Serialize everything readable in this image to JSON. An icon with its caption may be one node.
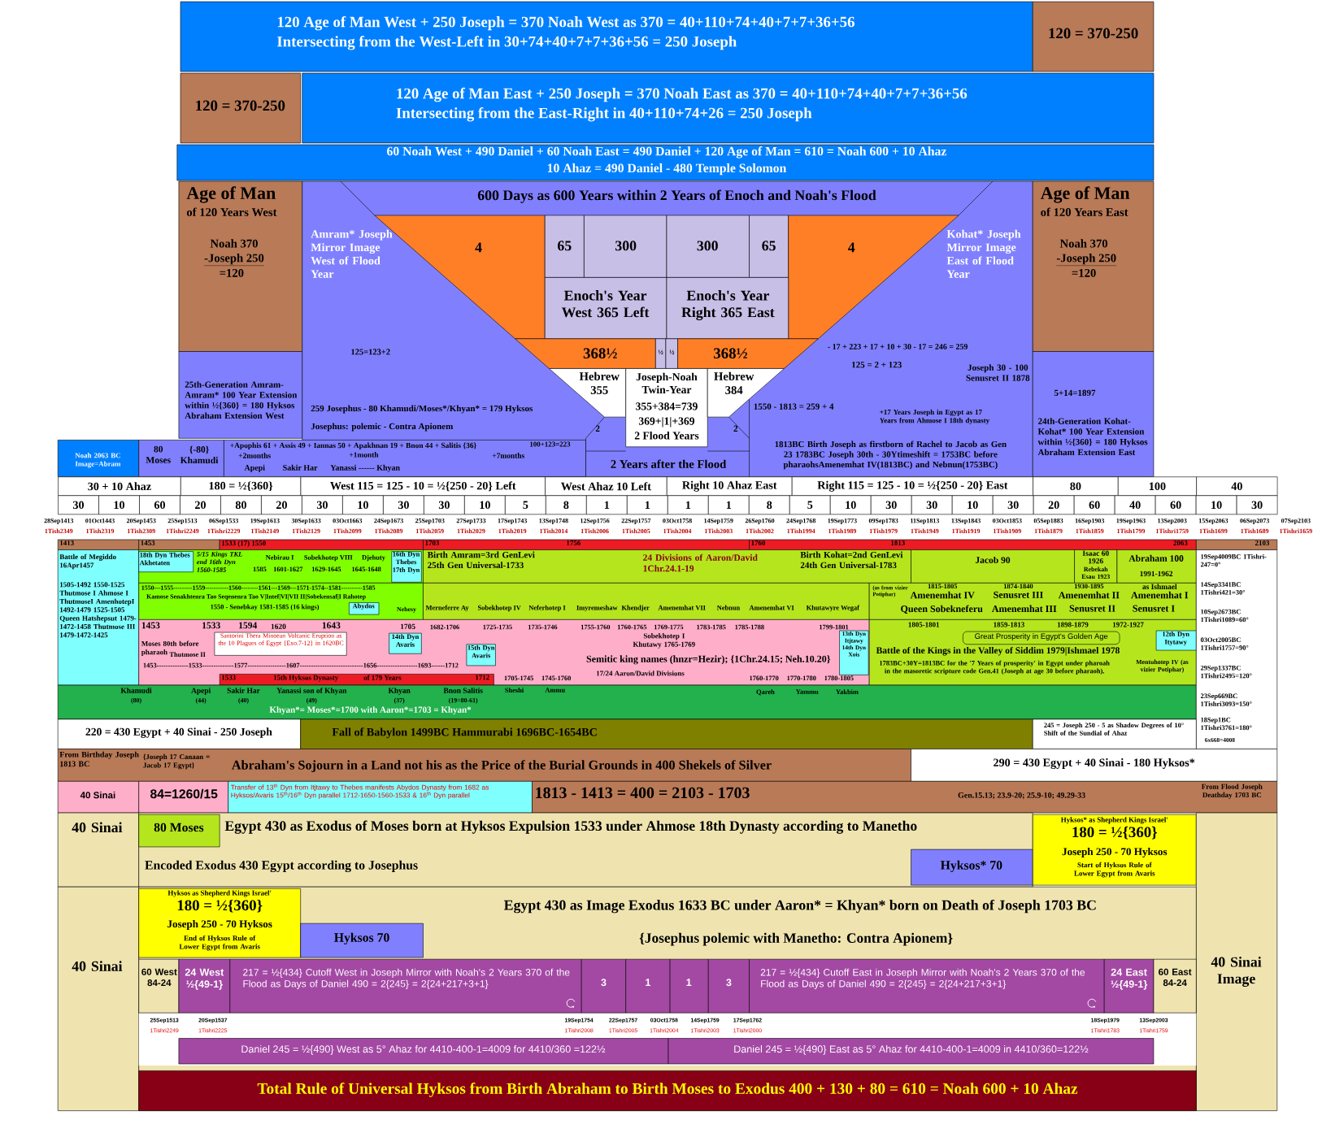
{
  "diagram": {
    "nodes": [
      {
        "text": [
          "120 Age of Man West + 250 Joseph = 370 Noah West as 370 = 40+110+74+40+7+7+36+56",
          "Intersecting from the West-Left in 30+74+40+7+7+36+56 = 250 Joseph"
        ]
      },
      {
        "text": [
          "120 = 370-250"
        ]
      },
      {
        "text": [
          "120 = 370-250"
        ]
      },
      {
        "text": [
          "120 Age of Man East + 250 Joseph = 370 Noah East as 370 = 40+110+74+40+7+7+36+56",
          "Intersecting from the East-Right in 40+110+74+26 = 250 Joseph"
        ]
      },
      {
        "text": [
          "60 Noah West + 490 Daniel + 60 Noah East = 490 Daniel + 120 Age of Man = 610 = Noah 600 + 10 Ahaz",
          "10 Ahaz = 490 Daniel - 480 Temple Solomon"
        ]
      },
      {
        "text": [
          "Age of Man",
          "of 120 Years West",
          "Noah 370",
          "-Joseph 250",
          "=120"
        ]
      },
      {
        "text": [
          "25th-Generation Amram-Amram* 100 Year Extension within ½{360} = 180 Hyksos Abraham Extension West"
        ]
      },
      {
        "text": [
          "600 Days as 600 Years within 2 Years of Enoch and Noah's Flood",
          "Amram* Joseph Mirror Image West of Flood Year",
          "125=123+2",
          "259 Josephus - 80 Khamudi/Moses*/Khyan* = 179 Hyksos",
          "Josephus: polemic - Contra Apionem",
          "Kohat* Joseph Mirror Image East of Flood Year",
          "- 17 + 223 + 17 + 10 + 30 - 17 = 246 = 259",
          "125 = 2 + 123",
          "Joseph 30 - 100 Senusret II 1878",
          "1550 - 1813 = 259 + 4",
          "+17 Years Joseph in Egypt as 17 Years from Ahmose I 18th dynasty",
          "1813BC Birth Joseph as firstborn of Rachel to Jacob as Gen 23 1783BC Joseph 30th - 30Ytimeshift = 1753BC before pharaohsAmenemhat IV(1813BC) and Nebnun(1753BC)",
          "2",
          "2",
          "2 Years after the Flood"
        ]
      },
      {
        "text": [
          "4"
        ],
        "in": 7
      },
      {
        "text": [
          "65"
        ],
        "in": 7
      },
      {
        "text": [
          "300"
        ],
        "in": 7
      },
      {
        "text": [
          "300"
        ],
        "in": 7
      },
      {
        "text": [
          "65"
        ],
        "in": 7
      },
      {
        "text": [
          "4"
        ],
        "in": 7
      },
      {
        "text": [
          "Enoch's Year West 365 Left"
        ],
        "in": 7
      },
      {
        "text": [
          "Enoch's Year Right 365 East"
        ],
        "in": 7
      },
      {
        "text": [
          "368½"
        ],
        "in": 7
      },
      {
        "text": [
          "½"
        ],
        "in": 7
      },
      {
        "text": [
          "½"
        ],
        "in": 7
      },
      {
        "text": [
          "368½"
        ],
        "in": 7
      },
      {
        "text": [
          "Hebrew 355"
        ],
        "in": 7
      },
      {
        "text": [
          "Joseph-Noah Twin-Year",
          "355+384=739",
          "369+|1|+369",
          "2 Flood Years"
        ],
        "in": 7
      },
      {
        "text": [
          "Hebrew 384"
        ],
        "in": 7
      },
      {
        "text": [
          "Age of Man",
          "of 120 Years East",
          "Noah 370",
          "-Joseph 250",
          "=120"
        ]
      },
      {
        "text": [
          "5+14=1897",
          "24th-Generation Kohat-Kohat* 100 Year Extension within ½{360} = 180 Hyksos Abraham Extension East"
        ]
      },
      {
        "text": [
          "Noah 2063 BC Image=Abram"
        ]
      },
      {
        "text": [
          "80 Moses",
          "{-80} Khamudi"
        ]
      },
      {
        "text": [
          "+Apophis 61 + Assis 49 + Iannas 50 + Apakhnan 19 + Bnon 44 + Salitis {36}",
          "+2months",
          "+1month",
          "+7months",
          "100+123=223",
          "Apepi",
          "Sakir Har",
          "Yanassi ------ Khyan"
        ]
      },
      {
        "text": [
          "1413"
        ]
      },
      {
        "text": [
          "1453"
        ]
      },
      {
        "text": [
          "1533 (17) 1550"
        ]
      },
      {
        "text": [
          "1703",
          "1756"
        ]
      },
      {
        "text": [
          "1760",
          "1813",
          "2063"
        ]
      },
      {
        "text": [
          "2103"
        ]
      },
      {
        "text": [
          "Battle of Megiddo 16Apr1457",
          "1505-1492 1550-1525 Thutmose I Ahmose I ThutmoseI AmenhotepI 1492-1479 1525-1505 Queen Hatshepsut 1479-1472-1458 Thutmose III 1479-1472-1425"
        ]
      },
      {
        "text": [
          "5/15 Kings TKL end 16th Dyn 1560-1585",
          "Nebirau I",
          "Sobekhotep VIII",
          "Djehuty",
          "1585",
          "1601-1627",
          "1629-1645",
          "1645-1648"
        ]
      },
      {
        "text": [
          "18th Dyn Thebes Akhetaten"
        ],
        "in": 35
      },
      {
        "text": [
          "16th Dyn Thebes 17th Dyn"
        ],
        "in": 35
      },
      {
        "text": [
          "1550—1555---------1559-----------1560--------1561---1569---1571-1574--1581----------1585",
          "Kamose Senakhtenra Tao Seqenenra Tao V|Intef|VI|VII II|Sobekensaf|I Rahotep",
          "1550 - Senebkay 1581-1585 (16 kings)",
          "Nehesy"
        ]
      },
      {
        "text": [
          "Abydos"
        ],
        "in": 38
      },
      {
        "text": [
          "Birth Amram=3rd GenLevi 25th Gen Universal-1733",
          "24 Divisions of Aaron/David 1Chr.24.1-19",
          "Birth Kohat=2nd GenLevi 24th Gen Universal-1783"
        ]
      },
      {
        "text": [
          "Jacob 90"
        ]
      },
      {
        "text": [
          "Isaac 60",
          "1926",
          "Rebekah Esau 1923"
        ]
      },
      {
        "text": [
          "Abraham 100",
          "1991-1962"
        ]
      },
      {
        "text": [
          "Merneferre Ay",
          "Sobekhotep IV",
          "Neferhotep I",
          "Imyremeshaw",
          "Khendjer",
          "Amenemhat VII",
          "Nebnun",
          "Amenemhat VI",
          "Khutawyre Wegaf"
        ]
      },
      {
        "text": [
          "(as from vizier Potiphar)",
          "1815-1805",
          "Amenemhat IV",
          "1874-1840",
          "Senusret III",
          "1930-1895",
          "Amenemhat II",
          "as Ishmael",
          "Amenemhat I",
          "Queen Sobekneferu",
          "Amenemhat III",
          "Senusret II",
          "Senusret I"
        ]
      },
      {
        "text": [
          "1453",
          "1533",
          "1594",
          "1620",
          "1643",
          "1705",
          "1682-1706",
          "1725-1735",
          "1735-1746",
          "1755-1760",
          "1760-1765",
          "1769-1775",
          "1783-1785",
          "1785-1788",
          "1799-1801",
          "Moses 80th before pharaoh",
          "Thutmose II",
          "Sobekhotep I Khutawy 1765-1769",
          "1453--------------1533--------------1577-----------------1607----------------------------1656------------------1693------1712",
          "Semitic king names (hnzr=Hezir); {1Chr.24.15; Neh.10.20}",
          "17/24 Aaron/David Divisions",
          "1705-1745",
          "1745-1760",
          "1760-1770",
          "1770-1780",
          "1780-1805"
        ]
      },
      {
        "text": [
          "Santorini Thera Minoean Volcanic Eruption as the 10 Plagues of Egypt {Exo.7-12} in 1620BC"
        ],
        "in": 46
      },
      {
        "text": [
          "14th Dyn Avaris"
        ],
        "in": 46
      },
      {
        "text": [
          "15th Dyn Avaris"
        ],
        "in": 46
      },
      {
        "text": [
          "1533",
          "15th Hyksos Dynasty",
          "of 179 Years",
          "1712"
        ],
        "in": 46
      },
      {
        "text": [
          "13th Dyn Itjtawy 14th Dyn Xois"
        ],
        "in": 46
      },
      {
        "text": [
          "1805-1801",
          "1859-1813",
          "1898-1879",
          "1972-1927",
          "Battle of the Kings in the Valley of Siddim 1979|Ishmael 1978",
          "1783BC+30Y=1813BC for the '7 Years of prosperity' in Egypt under pharoah in the masoretic scripture code Gen.41 (Joseph at age 30 before pharaoh).",
          "Mentuhotep IV (as vizier Potiphar)"
        ]
      },
      {
        "text": [
          "Great Prosperity in Egypt's Golden Age"
        ],
        "in": 52
      },
      {
        "text": [
          "12th Dyn Itytawy"
        ],
        "in": 52
      },
      {
        "text": [
          "Khamudi",
          "(80)",
          "Apepi",
          "(44)",
          "Sakir Har",
          "(40)",
          "Yanassi son of Khyan",
          "(49)",
          "Khyan",
          "(37)",
          "Bnon Salitis",
          "(19=80-61)",
          "Sheshi",
          "Ammu",
          "Qareh",
          "Yammu",
          "Yakbim",
          "Khyan*= Moses*=1700 with Aaron*=1703 = Khyan*"
        ]
      },
      {
        "text": [
          "19Sep4009BC 1Tishri-247=0°",
          "14Sep3341BC 1Tishri421=30°",
          "10Sep2673BC 1Tishri1089=60°",
          "03Oct2005BC 1Tishri1757=90°",
          "29Sep1337BC 1Tishri2495=120°",
          "23Sep669BC 1Tishri3093=150°",
          "18Sep1BC 1Tishri3761=180°",
          "6x668=4008"
        ]
      },
      {
        "text": [
          "220 = 430 Egypt + 40 Sinai - 250 Joseph"
        ]
      },
      {
        "text": [
          "Fall of Babylon 1499BC Hammurabi 1696BC-1654BC"
        ]
      },
      {
        "text": [
          "245 = Joseph 250 - 5 as Shadow Degrees of 10° Shift of the Sundial of Ahaz"
        ]
      },
      {
        "text": [
          "From Birthday Joseph 1813 BC",
          "{Joseph 17 Canaan = Jacob 17 Egypt}",
          "Abraham's Sojourn in a Land not his as the Price of the Burial Grounds in 400 Shekels of Silver"
        ]
      },
      {
        "text": [
          "290 = 430 Egypt + 40 Sinai - 180 Hyksos*"
        ]
      },
      {
        "text": [
          "40 Sinai"
        ]
      },
      {
        "text": [
          "84=1260/15"
        ]
      },
      {
        "text": [
          "Transfer of 13$^{th}$ Dyn from Itjtawy to Thebes manifests Abydos Dynasty from 1682 as Hyksos/Avaris 15$^{th}$/16$^{th}$ Dyn parallel 1712-1650-1560-1533 & 16$^{th}$ Dyn parallel"
        ]
      },
      {
        "text": [
          "1813 - 1413 = 400 = 2103 - 1703",
          "Gen.15.13; 23.9-20; 25.9-10; 49.29-33",
          "From Flood Joseph Deathday 1703 BC"
        ]
      },
      {
        "text": [
          "40 Sinai"
        ]
      },
      {
        "text": [
          "Egypt 430 as Exodus of Moses born at Hyksos Expulsion 1533 under Ahmose 18th Dynasty according to Manetho",
          "Encoded Exodus 430 Egypt according to Josephus"
        ]
      },
      {
        "text": [
          "80 Moses"
        ],
        "in": 67
      },
      {
        "text": [
          "Hyksos* 70"
        ],
        "in": 67
      },
      {
        "text": [
          "Hyksos* as Shepherd Kings Israel'",
          "180 = ½{360}",
          "Joseph 250 - 70 Hyksos",
          "Start of Hyksos Rule of Lower Egypt from Avaris"
        ]
      },
      {
        "text": [
          "40 Sinai Image"
        ]
      },
      {
        "text": [
          "40 Sinai"
        ]
      },
      {
        "text": [
          "Egypt 430 as Image Exodus 1633 BC under Aaron* = Khyan* born on Death of Joseph 1703 BC",
          "{Josephus polemic with Manetho: Contra Apionem}"
        ]
      },
      {
        "text": [
          "Hyksos as Shepherd Kings Israel'",
          "180 = ½{360}",
          "Joseph 250 - 70 Hyksos",
          "End of Hyksos Rule of Lower Egypt from Avaris"
        ],
        "in": 73
      },
      {
        "text": [
          "Hyksos 70"
        ],
        "in": 73
      },
      {
        "text": [
          "60 West 84-24"
        ],
        "in": 73
      },
      {
        "text": [
          "24 West ½{49-1}"
        ],
        "in": 73
      },
      {
        "text": [
          "217 = ½{434} Cutoff West in Joseph Mirror with Noah's 2 Years 370 of the Flood as Days of Daniel 490 = 2{245} = 2{24+217+3+1}"
        ],
        "in": 73
      },
      {
        "text": [
          "3"
        ],
        "in": 73
      },
      {
        "text": [
          "1"
        ],
        "in": 73
      },
      {
        "text": [
          "1"
        ],
        "in": 73
      },
      {
        "text": [
          "3"
        ],
        "in": 73
      },
      {
        "text": [
          "217 = ½{434} Cutoff East in Joseph Mirror with Noah's 2 Years 370 of the Flood as Days of Daniel 490 = 2{245} = 2{24+217+3+1}"
        ],
        "in": 73
      },
      {
        "text": [
          "24 East ½{49-1}"
        ],
        "in": 73
      },
      {
        "text": [
          "60 East 84-24"
        ],
        "in": 73
      },
      {
        "text": [
          "Daniel 245 = ½{490} West as 5° Ahaz for 4410-400-1=4009 for 4410/360 =122½"
        ],
        "in": 73
      },
      {
        "text": [
          "Daniel 245 = ½{490} East as 5° Ahaz for 4410-400-1=4009 in 4410/360=122½"
        ],
        "in": 73
      },
      {
        "text": [
          "Total Rule of Universal Hyksos from Birth Abraham to Birth Moses to Exodus 400 + 130 + 80 = 610 = Noah 600 + 10 Ahaz"
        ],
        "in": 73
      }
    ],
    "labels": [
      "30 + 10 Ahaz",
      "180 = ½{360}",
      "West 115 = 125 - 10 = ½{250 - 20} Left",
      "West Ahaz 10 Left",
      "Right 10 Ahaz East",
      "Right 115 = 125 - 10 = ½{250 - 20} East",
      "80",
      "100",
      "40",
      "30",
      "10",
      "60",
      "20",
      "80",
      "20",
      "30",
      "10",
      "30",
      "30",
      "10",
      "5",
      "8",
      "1",
      "1",
      "1",
      "1",
      "8",
      "5",
      "10",
      "30",
      "30",
      "10",
      "30",
      "20",
      "60",
      "40",
      "60",
      "10",
      "30",
      "28Sep1413",
      "01Oct1443",
      "20Sep1453",
      "25Sep1513",
      "06Sep1533",
      "19Sep1613",
      "30Sep1633",
      "03Oct1663",
      "24Sep1673",
      "25Sep1703",
      "27Sep1733",
      "17Sep1743",
      "13Sep1748",
      "12Sep1756",
      "22Sep1757",
      "03Oct1758",
      "14Sep1759",
      "26Sep1760",
      "24Sep1768",
      "19Sep1773",
      "09Sep1783",
      "11Sep1813",
      "13Sep1843",
      "03Oct1853",
      "05Sep1883",
      "16Sep1903",
      "19Sep1963",
      "13Sep2003",
      "15Sep2063",
      "06Sep2073",
      "07Sep2103",
      "1Tish2349",
      "1Tish2319",
      "1Tish2309",
      "1Tishri2249",
      "1Tishri2229",
      "1Tish2149",
      "1Tish2129",
      "1Tish2099",
      "1Tish2089",
      "1Tish2059",
      "1Tish2029",
      "1Tish2019",
      "1Tish2014",
      "1Tish2006",
      "1Tish2005",
      "1Tish2004",
      "1Tish2003",
      "1Tish2002",
      "1Tish1994",
      "1Tish1989",
      "1Tish1979",
      "1Tish1949",
      "1Tish1919",
      "1Tish1909",
      "1Tish1879",
      "1Tish1859",
      "1Tish1799",
      "1Tishri1759",
      "1Tish1699",
      "1Tish1689",
      "1Tishri1659",
      "25Sep1513",
      "20Sep1537",
      "19Sep1754",
      "22Sep1757",
      "03Oct1758",
      "14Sep1759",
      "17Sep1762",
      "18Sep1979",
      "13Sep2003",
      "1Tishri2249",
      "1Tishri2225",
      "1Tishri2008",
      "1Tishri2005",
      "1Tishri2004",
      "1Tishri2003",
      "1Tishri2000",
      "1Tishri1783",
      "1Tishri1759"
    ]
  }
}
